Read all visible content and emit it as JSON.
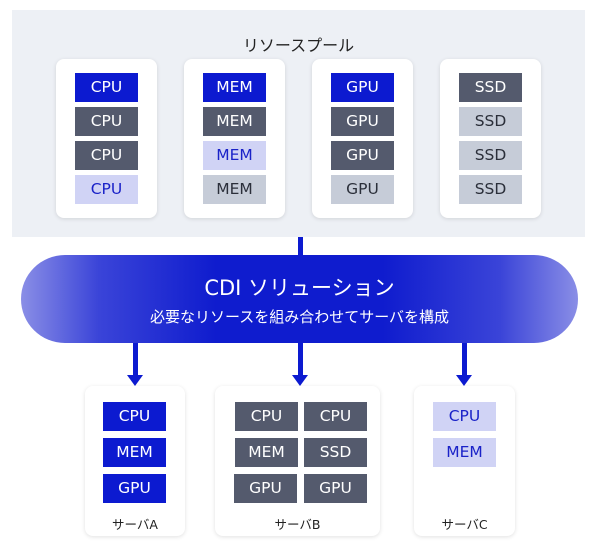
{
  "pool": {
    "title": "リソースプール",
    "columns": [
      {
        "chips": [
          {
            "label": "CPU",
            "state": "blue"
          },
          {
            "label": "CPU",
            "state": "dark"
          },
          {
            "label": "CPU",
            "state": "dark"
          },
          {
            "label": "CPU",
            "state": "lav"
          }
        ]
      },
      {
        "chips": [
          {
            "label": "MEM",
            "state": "blue"
          },
          {
            "label": "MEM",
            "state": "dark"
          },
          {
            "label": "MEM",
            "state": "lav"
          },
          {
            "label": "MEM",
            "state": "gray"
          }
        ]
      },
      {
        "chips": [
          {
            "label": "GPU",
            "state": "blue"
          },
          {
            "label": "GPU",
            "state": "dark"
          },
          {
            "label": "GPU",
            "state": "dark"
          },
          {
            "label": "GPU",
            "state": "gray"
          }
        ]
      },
      {
        "chips": [
          {
            "label": "SSD",
            "state": "dark"
          },
          {
            "label": "SSD",
            "state": "gray"
          },
          {
            "label": "SSD",
            "state": "gray"
          },
          {
            "label": "SSD",
            "state": "gray"
          }
        ]
      }
    ]
  },
  "solution": {
    "title": "CDI ソリューション",
    "subtitle": "必要なリソースを組み合わせてサーバを構成"
  },
  "servers": [
    {
      "name": "サーバA",
      "chips": [
        {
          "label": "CPU",
          "state": "blue"
        },
        {
          "label": "MEM",
          "state": "blue"
        },
        {
          "label": "GPU",
          "state": "blue"
        }
      ]
    },
    {
      "name": "サーバB",
      "chips": [
        {
          "label": "CPU",
          "state": "dark"
        },
        {
          "label": "CPU",
          "state": "dark"
        },
        {
          "label": "MEM",
          "state": "dark"
        },
        {
          "label": "SSD",
          "state": "dark"
        },
        {
          "label": "GPU",
          "state": "dark"
        },
        {
          "label": "GPU",
          "state": "dark"
        }
      ]
    },
    {
      "name": "サーバC",
      "chips": [
        {
          "label": "CPU",
          "state": "lav"
        },
        {
          "label": "MEM",
          "state": "lav"
        }
      ]
    }
  ],
  "colors": {
    "blue": "#0c1ad0",
    "dark": "#545a6d",
    "lavender": "#d0d3f5",
    "gray": "#c6ccd8",
    "pool_bg": "#edf0f5"
  }
}
